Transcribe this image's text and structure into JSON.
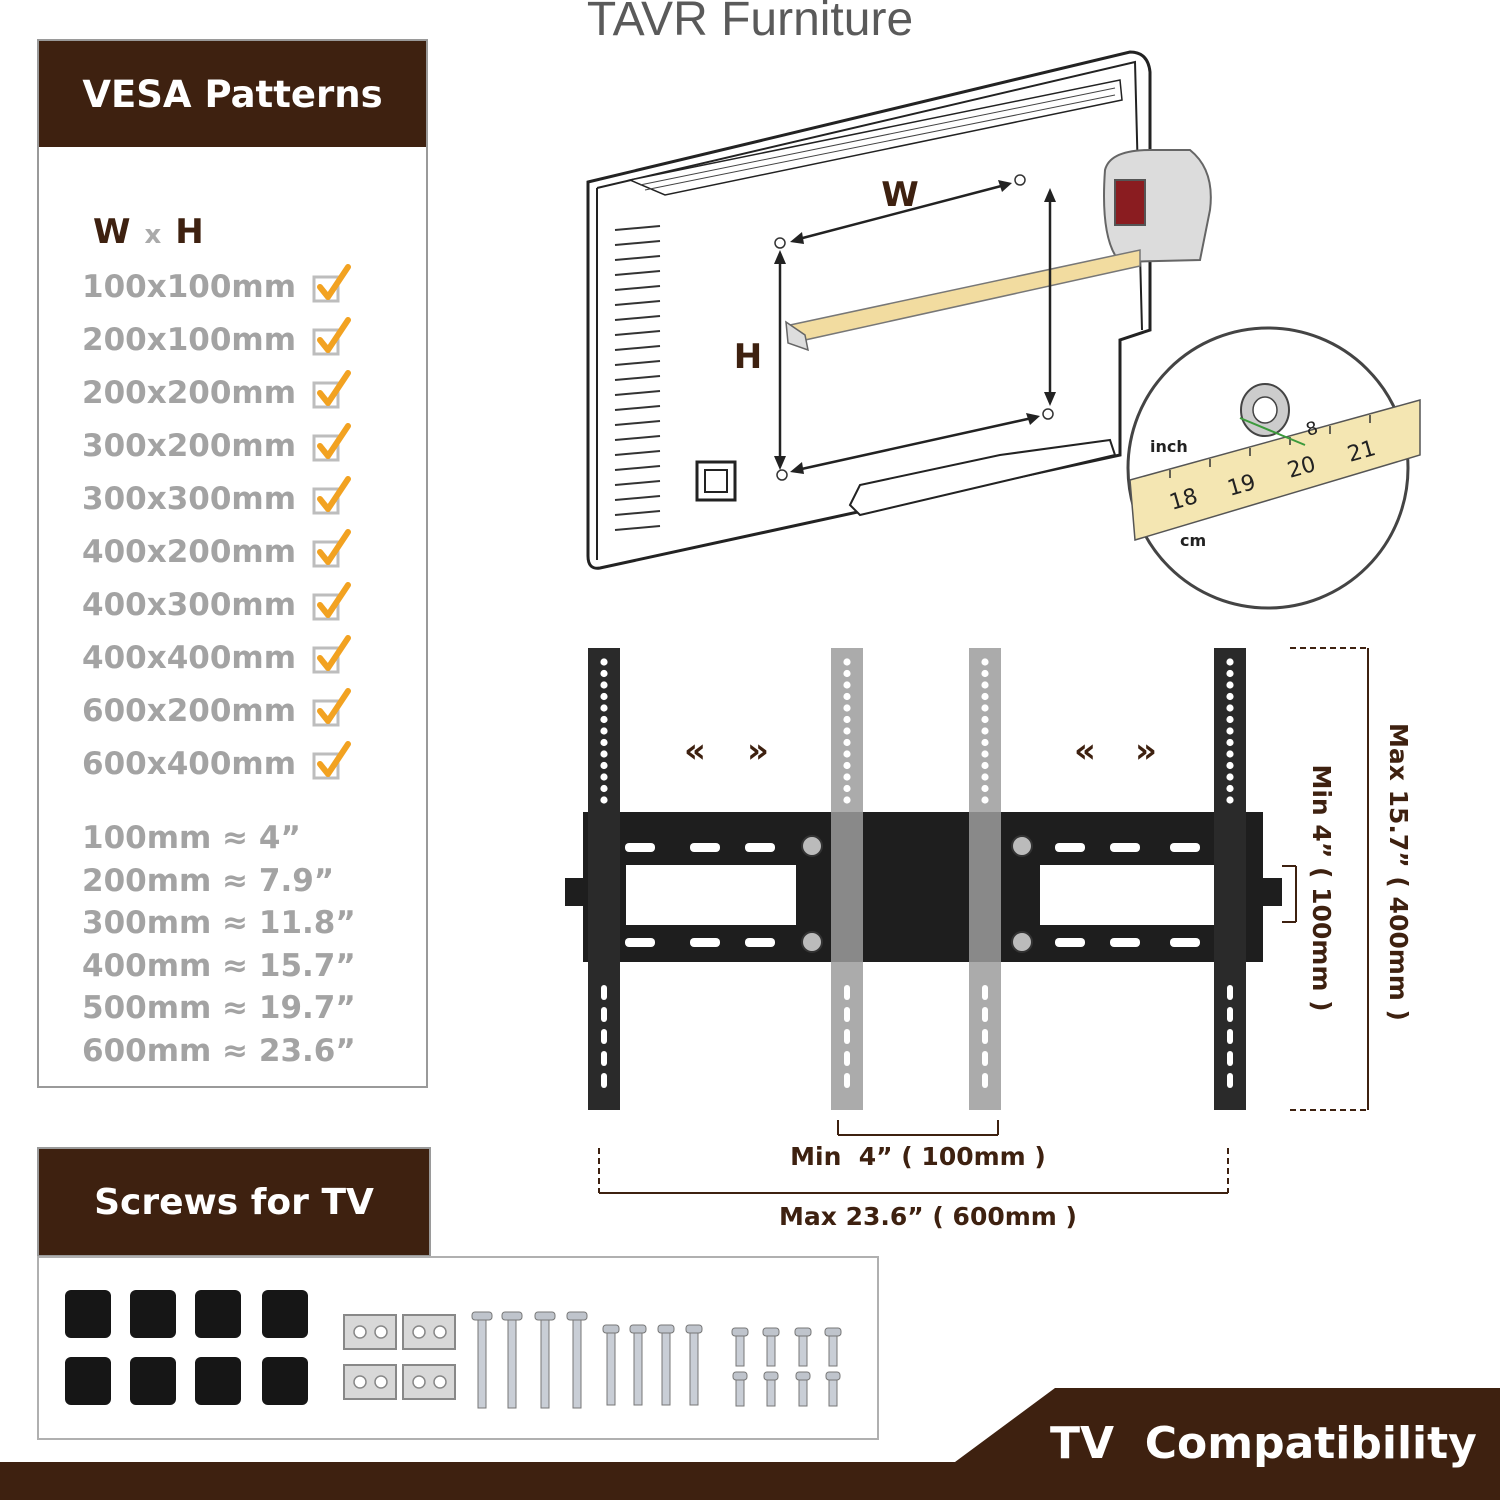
{
  "brand": "TAVR Furniture",
  "vesa": {
    "title": "VESA Patterns",
    "header_w": "W",
    "header_x": "x",
    "header_h": "H",
    "patterns": [
      "100x100mm",
      "200x100mm",
      "200x200mm",
      "300x200mm",
      "300x300mm",
      "400x200mm",
      "400x300mm",
      "400x400mm",
      "600x200mm",
      "600x400mm"
    ],
    "conversions": [
      "100mm ≈ 4”",
      "200mm ≈ 7.9”",
      "300mm ≈ 11.8”",
      "400mm ≈ 15.7”",
      "500mm ≈ 19.7”",
      "600mm ≈ 23.6”"
    ]
  },
  "diagram": {
    "w_label": "W",
    "h_label": "H",
    "tape_inch": "inch",
    "tape_cm": "cm",
    "tape_numbers": [
      "18",
      "19",
      "20",
      "21",
      "8"
    ]
  },
  "bracket": {
    "min_width": "Min  4” ( 100mm )",
    "max_width": "Max  23.6” ( 600mm )",
    "min_height": "Min  4” ( 100mm )",
    "max_height": "Max  15.7” ( 400mm )"
  },
  "screws": {
    "title": "Screws for TV"
  },
  "footer": {
    "title": "TV  Compatibility"
  },
  "colors": {
    "brown": "#3e2110",
    "check": "#f2a221",
    "gray_text": "#a3a3a3"
  }
}
